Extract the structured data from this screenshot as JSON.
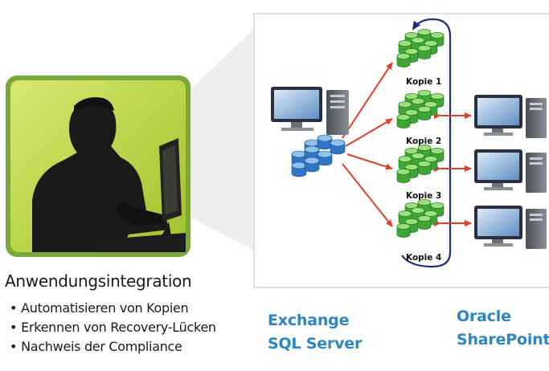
{
  "diagram": {
    "copies": [
      "Kopie 1",
      "Kopie 2",
      "Kopie 3",
      "Kopie 4"
    ]
  },
  "section": {
    "heading": "Anwendungsintegration",
    "bullets": [
      "Automatisieren von Kopien",
      "Erkennen von Recovery-Lücken",
      "Nachweis der Compliance"
    ]
  },
  "apps": {
    "left": [
      "Exchange",
      "SQL Server"
    ],
    "right": [
      "Oracle",
      "SharePoint"
    ]
  },
  "colors": {
    "arrow": "#e0402a",
    "loop": "#1f2e78",
    "label": "#2a86c4",
    "photo_bg": "#b9d233",
    "photo_frame": "#7aa83a",
    "disk_green": "#3fa535",
    "disk_blue": "#2f77c4"
  },
  "icons": [
    "person-photo",
    "server-icon",
    "database-icon",
    "replica-stack-icon"
  ]
}
